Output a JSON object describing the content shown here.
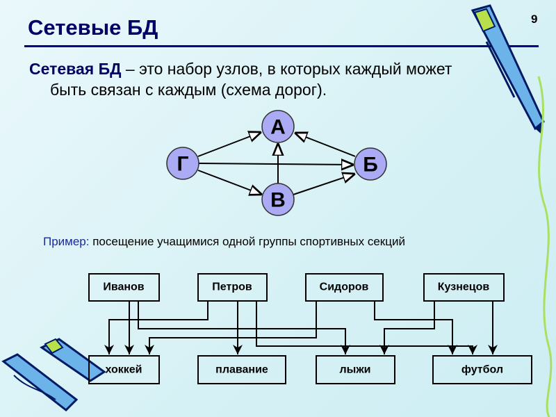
{
  "slide": {
    "title": "Сетевые БД",
    "page_number": "9",
    "definition_term": "Сетевая БД",
    "definition_rest_line1": " – это набор узлов, в которых каждый может",
    "definition_line2": "быть связан с каждым (схема дорог).",
    "example_label": "Пример:",
    "example_text": " посещение учащимися одной группы спортивных секций"
  },
  "graph": {
    "nodes": {
      "a": "А",
      "b": "Б",
      "v": "В",
      "g": "Г"
    },
    "edges": [
      [
        "Г",
        "А"
      ],
      [
        "Г",
        "Б"
      ],
      [
        "Г",
        "В"
      ],
      [
        "В",
        "А"
      ],
      [
        "Б",
        "А"
      ],
      [
        "В",
        "Б"
      ]
    ],
    "node_color": "#aaaaf5"
  },
  "schema": {
    "students": [
      "Иванов",
      "Петров",
      "Сидоров",
      "Кузнецов"
    ],
    "sections": [
      "хоккей",
      "плавание",
      "лыжи",
      "футбол"
    ],
    "links": [
      [
        "Иванов",
        "хоккей"
      ],
      [
        "Иванов",
        "лыжи"
      ],
      [
        "Петров",
        "хоккей"
      ],
      [
        "Петров",
        "плавание"
      ],
      [
        "Петров",
        "футбол"
      ],
      [
        "Сидоров",
        "хоккей"
      ],
      [
        "Сидоров",
        "футбол"
      ],
      [
        "Кузнецов",
        "лыжи"
      ],
      [
        "Кузнецов",
        "футбол"
      ]
    ]
  },
  "colors": {
    "title": "#000066",
    "rule": "#000080",
    "background": "#d6f1f5"
  }
}
